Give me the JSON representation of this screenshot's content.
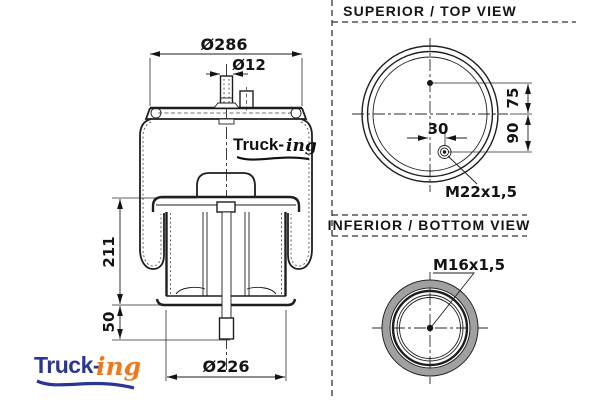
{
  "side_view": {
    "dim_top_plate_diameter": "Ø286",
    "dim_stud_diameter": "Ø12",
    "dim_piston_height": "211",
    "dim_lower_offset": "50",
    "dim_piston_diameter": "Ø226",
    "logo_prefix": "Truck-",
    "logo_suffix": "ing"
  },
  "top_view": {
    "title": "SUPERIOR / TOP VIEW",
    "dim_stud_offset": "75",
    "dim_port_vertical_offset": "90",
    "dim_port_horizontal_offset": "30",
    "port_thread": "M22x1,5"
  },
  "bottom_view": {
    "title": "INFERIOR / BOTTOM VIEW",
    "port_thread": "M16x1,5"
  },
  "brand": {
    "logo_prefix": "Truck-",
    "logo_suffix": "ing",
    "blue": "#2a3691",
    "orange": "#f0791c"
  },
  "colors": {
    "line": "#1e1e1e",
    "ring_gray": "#a0a0a0",
    "background": "#ffffff"
  }
}
